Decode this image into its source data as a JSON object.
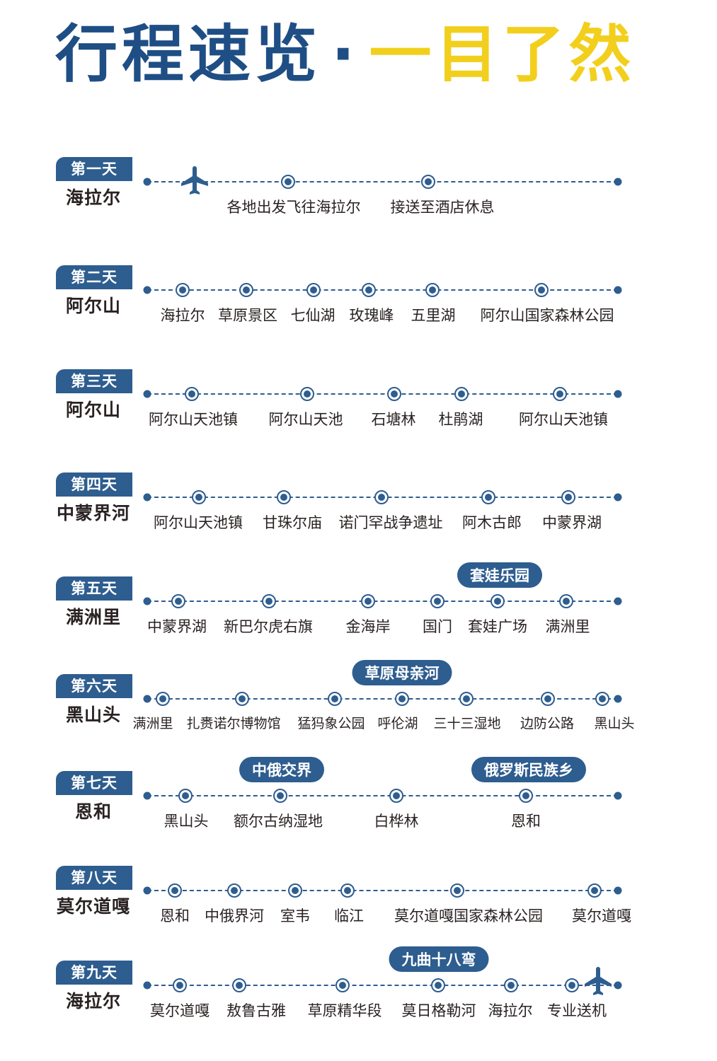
{
  "title": {
    "part1": "行程速览",
    "separator": "·",
    "part2": "一目了然"
  },
  "colors": {
    "primary": "#2e5d8f",
    "title_blue": "#1f4e85",
    "accent_yellow": "#f2cf1d",
    "text": "#2a2222"
  },
  "days": [
    {
      "badge": "第一天",
      "city": "海拉尔",
      "stops": [
        "各地出发飞往海拉尔",
        "接送至酒店休息"
      ],
      "tags": []
    },
    {
      "badge": "第二天",
      "city": "阿尔山",
      "stops": [
        "海拉尔",
        "草原景区",
        "七仙湖",
        "玫瑰峰",
        "五里湖",
        "阿尔山国家森林公园"
      ],
      "tags": []
    },
    {
      "badge": "第三天",
      "city": "阿尔山",
      "stops": [
        "阿尔山天池镇",
        "阿尔山天池",
        "石塘林",
        "杜鹃湖",
        "阿尔山天池镇"
      ],
      "tags": []
    },
    {
      "badge": "第四天",
      "city": "中蒙界河",
      "stops": [
        "阿尔山天池镇",
        "甘珠尔庙",
        "诺门罕战争遗址",
        "阿木古郎",
        "中蒙界湖"
      ],
      "tags": []
    },
    {
      "badge": "第五天",
      "city": "满洲里",
      "stops": [
        "中蒙界湖",
        "新巴尔虎右旗",
        "金海岸",
        "国门",
        "套娃广场",
        "满洲里"
      ],
      "tags": [
        "套娃乐园"
      ]
    },
    {
      "badge": "第六天",
      "city": "黑山头",
      "stops": [
        "满洲里",
        "扎赉诺尔博物馆",
        "猛犸象公园",
        "呼伦湖",
        "三十三湿地",
        "边防公路",
        "黑山头"
      ],
      "tags": [
        "草原母亲河"
      ]
    },
    {
      "badge": "第七天",
      "city": "恩和",
      "stops": [
        "黑山头",
        "额尔古纳湿地",
        "白桦林",
        "恩和"
      ],
      "tags": [
        "中俄交界",
        "俄罗斯民族乡"
      ]
    },
    {
      "badge": "第八天",
      "city": "莫尔道嘎",
      "stops": [
        "恩和",
        "中俄界河",
        "室韦",
        "临江",
        "莫尔道嘎国家森林公园",
        "莫尔道嘎"
      ],
      "tags": []
    },
    {
      "badge": "第九天",
      "city": "海拉尔",
      "stops": [
        "莫尔道嘎",
        "敖鲁古雅",
        "草原精华段",
        "莫日格勒河",
        "海拉尔",
        "专业送机"
      ],
      "tags": [
        "九曲十八弯"
      ]
    }
  ]
}
